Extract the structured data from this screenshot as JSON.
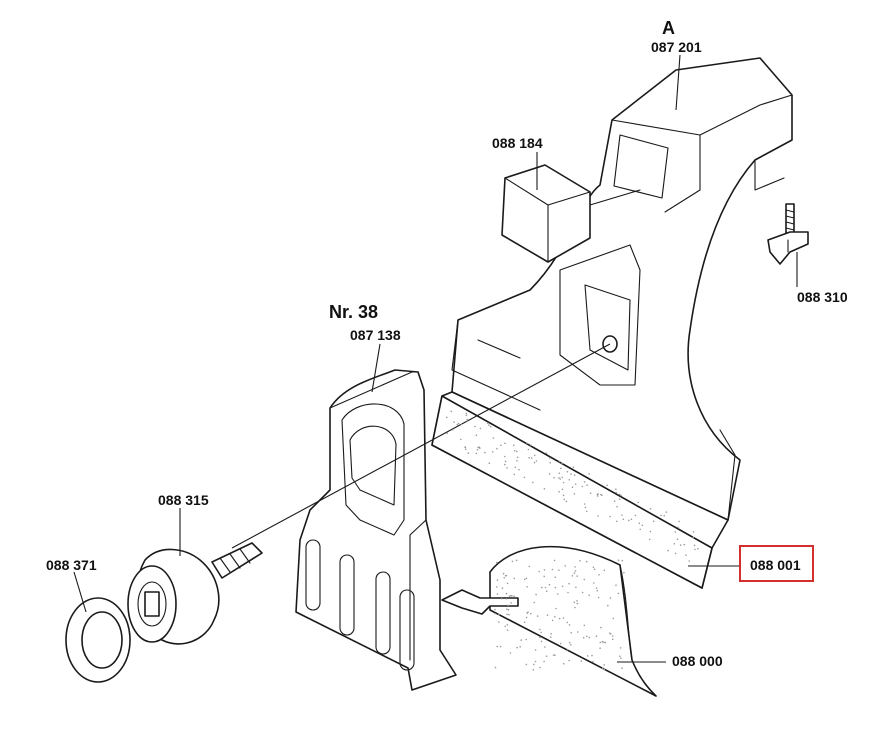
{
  "labels": {
    "section_a": "A",
    "housing": "087 201",
    "block": "088 184",
    "screw": "088 310",
    "nr": "Nr. 38",
    "bracket": "087 138",
    "knob": "088 315",
    "washer": "088 371",
    "strip": "088 001",
    "pad": "088 000"
  },
  "highlight": {
    "target": "088 001",
    "color": "#d32f2f"
  }
}
